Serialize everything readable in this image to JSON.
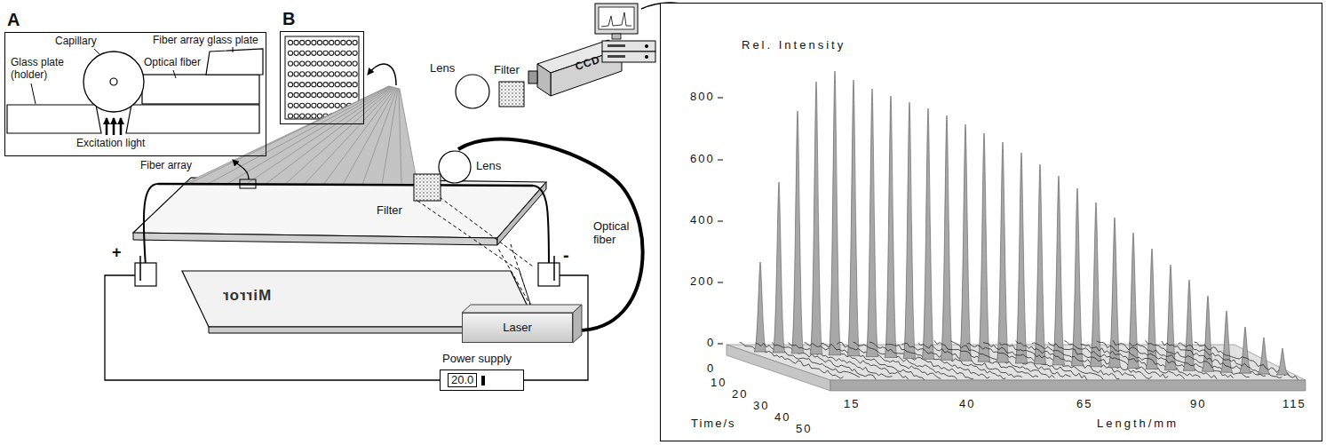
{
  "diagram": {
    "nodes": [
      {
        "text": [
          "A"
        ]
      },
      {
        "text": [
          "B"
        ]
      },
      {
        "text": [
          "CCD"
        ]
      },
      {
        "text": [
          "Laser"
        ]
      },
      {
        "text": [
          "Power supply",
          "20.0"
        ]
      },
      {
        "text": [
          "Mirror"
        ]
      }
    ],
    "labels": [
      "Capillary",
      "Optical fiber",
      "Fiber array glass plate",
      "Glass plate (holder)",
      "Excitation light",
      "Fiber array",
      "Lens",
      "Filter",
      "Lens",
      "Filter",
      "Optical fiber",
      "+",
      "-",
      "Rel. Intensity",
      "800",
      "600",
      "400",
      "200",
      "0",
      "0",
      "10",
      "20",
      "30",
      "40",
      "50",
      "Time/s",
      "15",
      "40",
      "65",
      "90",
      "115",
      "Length/mm"
    ]
  }
}
